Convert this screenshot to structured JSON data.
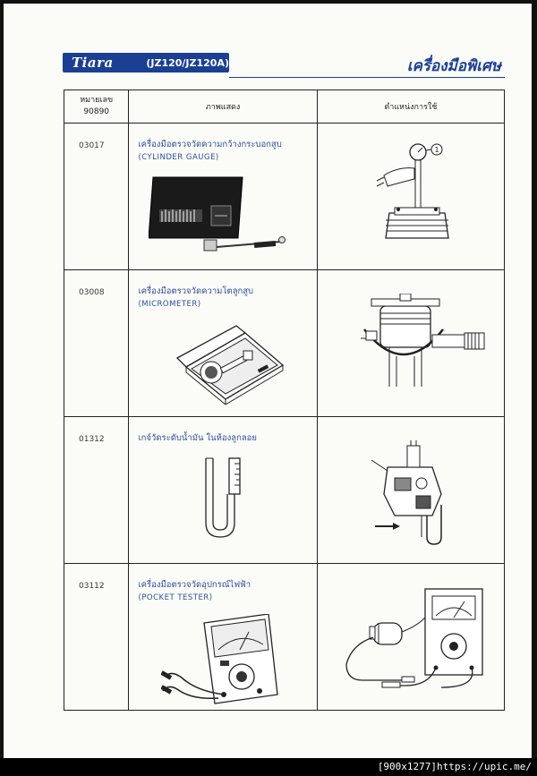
{
  "header": {
    "brand": "Tiara",
    "model": "(JZ120/JZ120A)",
    "title": "เครื่องมือพิเศษ"
  },
  "table": {
    "col_code_line1": "หมายเลข",
    "col_code_line2": "90890",
    "col_picture": "ภาพแสดง",
    "col_usage": "ตำแหน่งการใช้",
    "rows": [
      {
        "code": "03017",
        "name_th": "เครื่องมือตรวจวัดความกว้างกระบอกสูบ",
        "name_en": "(CYLINDER   GAUGE)",
        "tool_icon": "cylinder-gauge-case",
        "usage_icon": "cylinder-gauge-usage"
      },
      {
        "code": "03008",
        "name_th": "เครื่องมือตรวจวัดความโตลูกสูบ",
        "name_en": "(MICROMETER)",
        "tool_icon": "micrometer-case",
        "usage_icon": "micrometer-usage"
      },
      {
        "code": "01312",
        "name_th": "เกจ์วัดระดับน้ำมัน ในห้องลูกลอย",
        "name_en": "",
        "tool_icon": "u-tube-fuel-gauge",
        "usage_icon": "carburetor-fuel-level-usage"
      },
      {
        "code": "03112",
        "name_th": "เครื่องมือตรวจวัดอุปกรณ์ไฟฟ้า",
        "name_en": "(POCKET   TESTER)",
        "tool_icon": "pocket-tester",
        "usage_icon": "pocket-tester-usage"
      }
    ]
  },
  "footer": {
    "caption": "[900x1277]https://upic.me/"
  }
}
